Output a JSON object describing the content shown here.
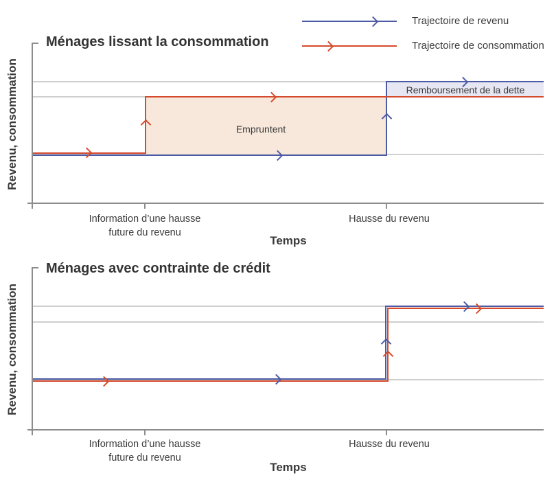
{
  "legend": {
    "items": [
      {
        "label": "Trajectoire de revenu",
        "color": "#4d5aa4"
      },
      {
        "label": "Trajectoire de consommation",
        "color": "#d54a2c"
      }
    ]
  },
  "panels": [
    {
      "title": "Ménages lissant la consommation",
      "ylabel": "Revenu, consommation",
      "xlabel": "Temps",
      "xticks": [
        {
          "line1": "Information d’une hausse",
          "line2": "future du revenu"
        },
        {
          "line1": "Hausse du revenu",
          "line2": ""
        }
      ],
      "annotations": [
        {
          "label": "Empruntent"
        },
        {
          "label": "Remboursement de la dette"
        }
      ]
    },
    {
      "title": "Ménages avec contrainte de crédit",
      "ylabel": "Revenu, consommation",
      "xlabel": "Temps",
      "xticks": [
        {
          "line1": "Information d’une hausse",
          "line2": "future du revenu"
        },
        {
          "line1": "Hausse du revenu",
          "line2": ""
        }
      ],
      "annotations": []
    }
  ],
  "colors": {
    "income_line": "#4d5aa4",
    "consumption_line": "#d54a2c",
    "borrow_fill": "#f7e8db",
    "repay_fill": "#e6e7f3",
    "gridline": "#cfcfcf",
    "axis": "#8c8c8c",
    "text": "#3a3a3a"
  },
  "chart_data": [
    {
      "type": "line",
      "title": "Ménages lissant la consommation",
      "xlabel": "Temps",
      "ylabel": "Revenu, consommation",
      "x_events": [
        {
          "label": "Information d’une hausse future du revenu",
          "x_fraction": 0.22
        },
        {
          "label": "Hausse du revenu",
          "x_fraction": 0.69
        }
      ],
      "series": [
        {
          "name": "Trajectoire de revenu",
          "color": "#4d5aa4",
          "shape": "step",
          "steps": [
            {
              "from": "début",
              "to": "Hausse du revenu",
              "level": 1.0
            },
            {
              "from": "Hausse du revenu",
              "to": "fin",
              "level": 2.0
            }
          ]
        },
        {
          "name": "Trajectoire de consommation",
          "color": "#d54a2c",
          "shape": "step",
          "steps": [
            {
              "from": "début",
              "to": "Information d’une hausse future du revenu",
              "level": 1.0
            },
            {
              "from": "Information d’une hausse future du revenu",
              "to": "fin",
              "level": 1.8
            }
          ]
        }
      ],
      "regions": [
        {
          "label": "Empruntent",
          "from": "Information d’une hausse future du revenu",
          "to": "Hausse du revenu",
          "between": [
            "Trajectoire de consommation",
            "Trajectoire de revenu"
          ],
          "fill": "#f7e8db"
        },
        {
          "label": "Remboursement de la dette",
          "from": "Hausse du revenu",
          "to": "fin",
          "between": [
            "Trajectoire de revenu",
            "Trajectoire de consommation"
          ],
          "fill": "#e6e7f3"
        }
      ],
      "grid": true,
      "legend_position": "top-right"
    },
    {
      "type": "line",
      "title": "Ménages avec contrainte de crédit",
      "xlabel": "Temps",
      "ylabel": "Revenu, consommation",
      "x_events": [
        {
          "label": "Information d’une hausse future du revenu",
          "x_fraction": 0.22
        },
        {
          "label": "Hausse du revenu",
          "x_fraction": 0.69
        }
      ],
      "series": [
        {
          "name": "Trajectoire de revenu",
          "color": "#4d5aa4",
          "shape": "step",
          "steps": [
            {
              "from": "début",
              "to": "Hausse du revenu",
              "level": 1.0
            },
            {
              "from": "Hausse du revenu",
              "to": "fin",
              "level": 2.0
            }
          ]
        },
        {
          "name": "Trajectoire de consommation",
          "color": "#d54a2c",
          "shape": "step",
          "steps": [
            {
              "from": "début",
              "to": "Hausse du revenu",
              "level": 1.0
            },
            {
              "from": "Hausse du revenu",
              "to": "fin",
              "level": 2.0
            }
          ]
        }
      ],
      "regions": [],
      "grid": true
    }
  ]
}
